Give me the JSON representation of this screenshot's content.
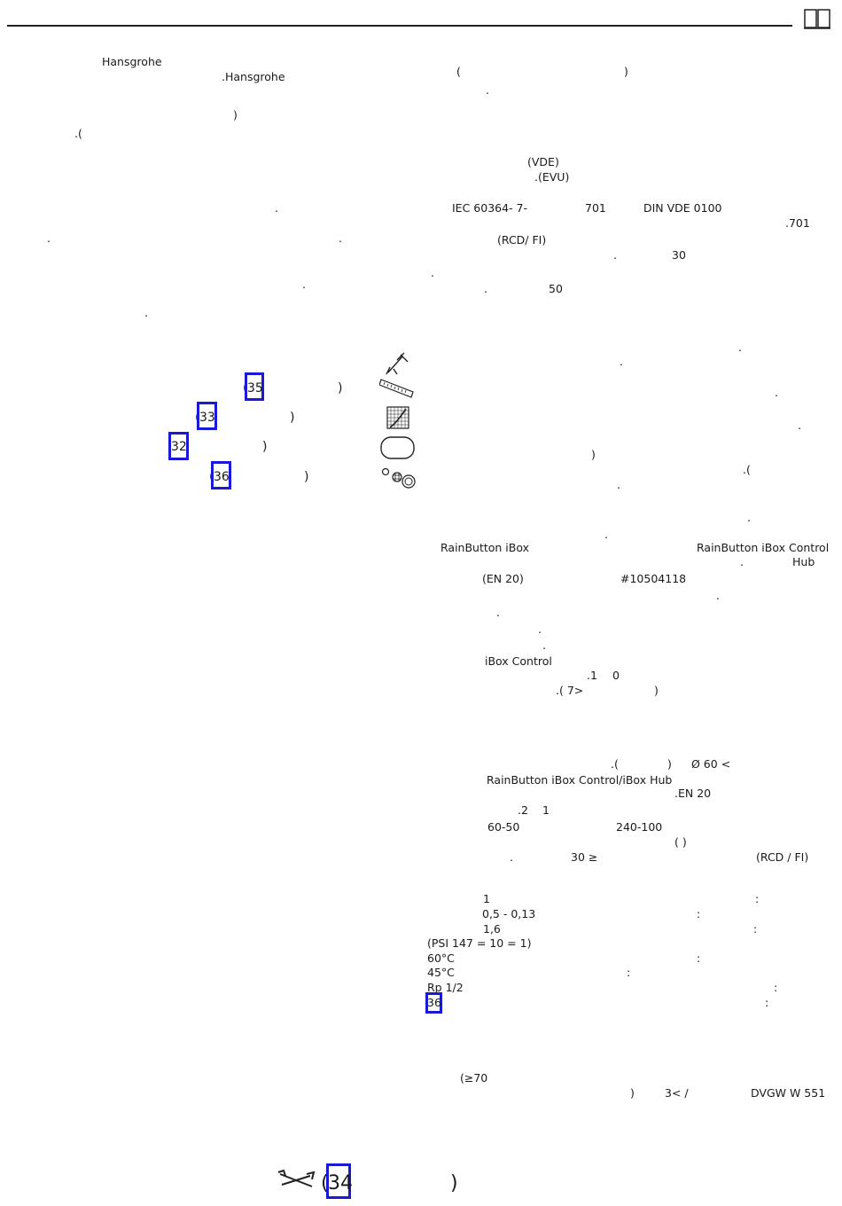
{
  "left": {
    "brand1": "Hansgrohe",
    "brand2": ".Hansgrohe",
    "paren_close": ")",
    "paren_open_dot": ".(",
    "dot": ".",
    "refs": {
      "r35": "35",
      "r33": "33",
      "r32": "32",
      "r36": "36",
      "r34": "34"
    },
    "open_paren": "(",
    "close_paren": ")"
  },
  "icons": {
    "book": "open-book-icon",
    "silicone_gun": "silicone-gun-icon",
    "ruler": "ruler-icon",
    "grid_template": "template-grid-icon",
    "rounded_rect": "rounded-rect-icon",
    "fittings": "fittings-icon",
    "wrench": "wrench-screwdriver-icon"
  },
  "right": {
    "l1_open": "(",
    "l1_close": ")",
    "l2": ".",
    "vde": "(VDE)",
    "evu": ".(EVU)",
    "iec": "IEC 60364- 7-",
    "n701": "701",
    "din": "DIN VDE 0100",
    "n701b": ".701",
    "rcd": "(RCD/ FI)",
    "dot": ".",
    "n30": "30",
    "n50": "50",
    "close_paren": ")",
    "open_paren_dot": ".(",
    "rainbutton_ibox": "RainButton iBox",
    "rainbutton_ibox_control": "RainButton iBox Control",
    "hub": "Hub",
    "en20": "(EN 20)",
    "part_no": "#10504118",
    "ibox_control": "iBox Control",
    "s1_0": ".1",
    "s1_0b": "0",
    "gt7": ".(   7>",
    "paren_close2": ")",
    "diam": "Ø 60 <",
    "diam_open": ".(",
    "diam_close": ")",
    "rainbutton_hub": "RainButton iBox Control/iBox Hub",
    "en20b": ".EN 20",
    "s2": ".2",
    "s1": "1",
    "hz": "60-50",
    "volt": "240-100",
    "paren_pair": "(      )",
    "ge30": "30 ≥",
    "rcdfi": "(RCD / FI)",
    "spec_1": "1",
    "spec_2": "0,5 - 0,13",
    "spec_3": "1,6",
    "spec_4": "(PSI 147 =       10 =                1)",
    "spec_5": "60°C",
    "spec_6": "45°C",
    "spec_7": "Rp 1/2",
    "spec_8": "36",
    "colon": ":",
    "ge70": "(≥70",
    "dvgw_paren": ")",
    "dvgw_ratio": "3< /",
    "dvgw": "DVGW W 551"
  }
}
